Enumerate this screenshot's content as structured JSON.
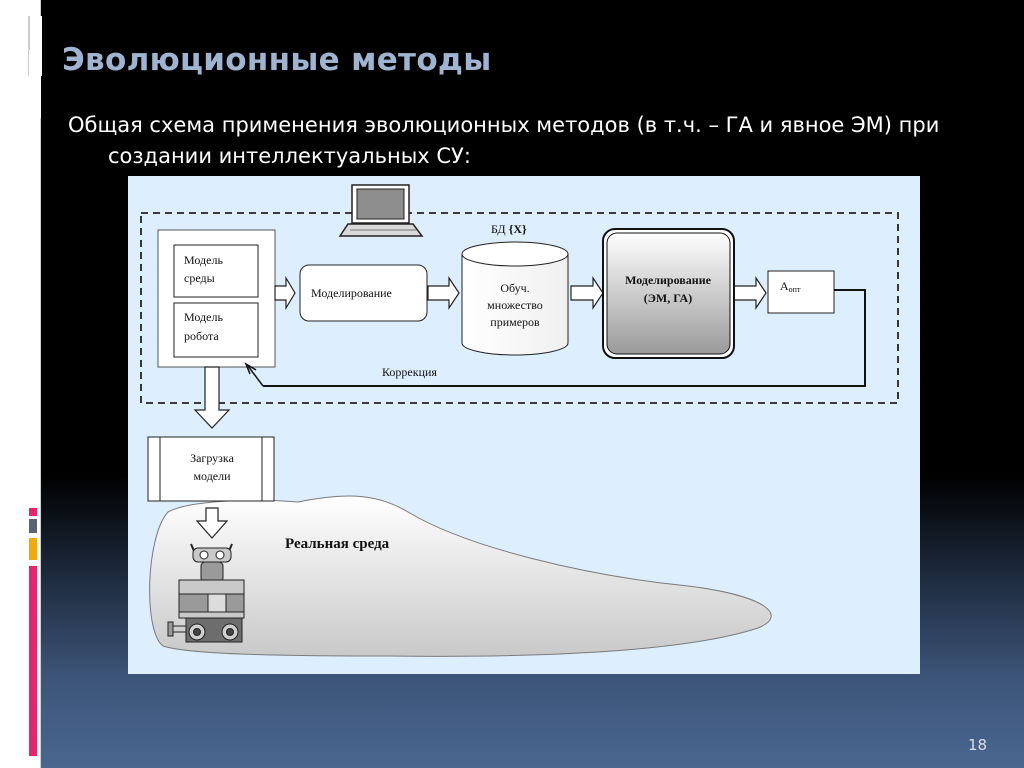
{
  "slide": {
    "title": "Эволюционные методы",
    "subtitle_line1": "Общая схема применения эволюционных методов (в т.ч. – ГА и явное ЭМ) при",
    "subtitle_line2": "создании интеллектуальных СУ:",
    "page_number": "18",
    "colors": {
      "title": "#9fb4d0",
      "diagram_background": "#ddeeff",
      "deco_pink": "#e8246c",
      "deco_orange": "#f2a900",
      "deco_gray": "#5a6472"
    }
  },
  "diagram": {
    "env_model": "Модель среды",
    "env_model_l1": "Модель",
    "env_model_l2": "среды",
    "robot_model_l1": "Модель",
    "robot_model_l2": "робота",
    "modeling": "Моделирование",
    "db_label_prefix": "БД ",
    "db_label_var": "{X}",
    "training_set_l1": "Обуч.",
    "training_set_l2": "множество",
    "training_set_l3": "примеров",
    "modeling_em_ga_l1": "Моделирование",
    "modeling_em_ga_l2": "(ЭМ, ГА)",
    "a_opt_main": "А",
    "a_opt_sub": "опт",
    "correction": "Коррекция",
    "load_model_l1": "Загрузка",
    "load_model_l2": "модели",
    "real_environment": "Реальная среда",
    "icons": [
      "laptop-icon",
      "robot-icon"
    ]
  }
}
